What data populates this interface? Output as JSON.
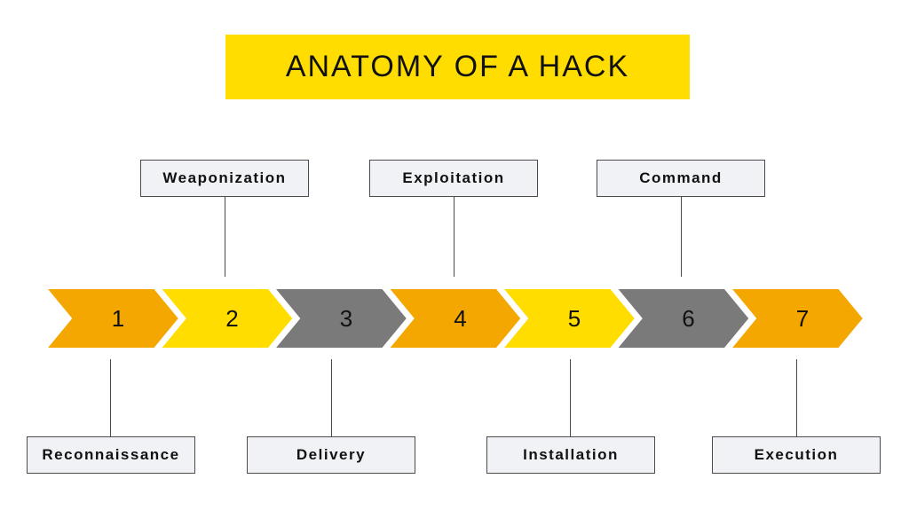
{
  "title": "ANATOMY OF A HACK",
  "colors": {
    "orange": "#f4a701",
    "yellow": "#ffdd00",
    "gray": "#7a7a7a",
    "label_bg": "#f0f2f6"
  },
  "steps": [
    {
      "number": "1",
      "color": "orange"
    },
    {
      "number": "2",
      "color": "yellow"
    },
    {
      "number": "3",
      "color": "gray"
    },
    {
      "number": "4",
      "color": "orange"
    },
    {
      "number": "5",
      "color": "yellow"
    },
    {
      "number": "6",
      "color": "gray"
    },
    {
      "number": "7",
      "color": "orange"
    }
  ],
  "labels": {
    "reconnaissance": "Reconnaissance",
    "weaponization": "Weaponization",
    "delivery": "Delivery",
    "exploitation": "Exploitation",
    "installation": "Installation",
    "command": "Command",
    "execution": "Execution"
  }
}
